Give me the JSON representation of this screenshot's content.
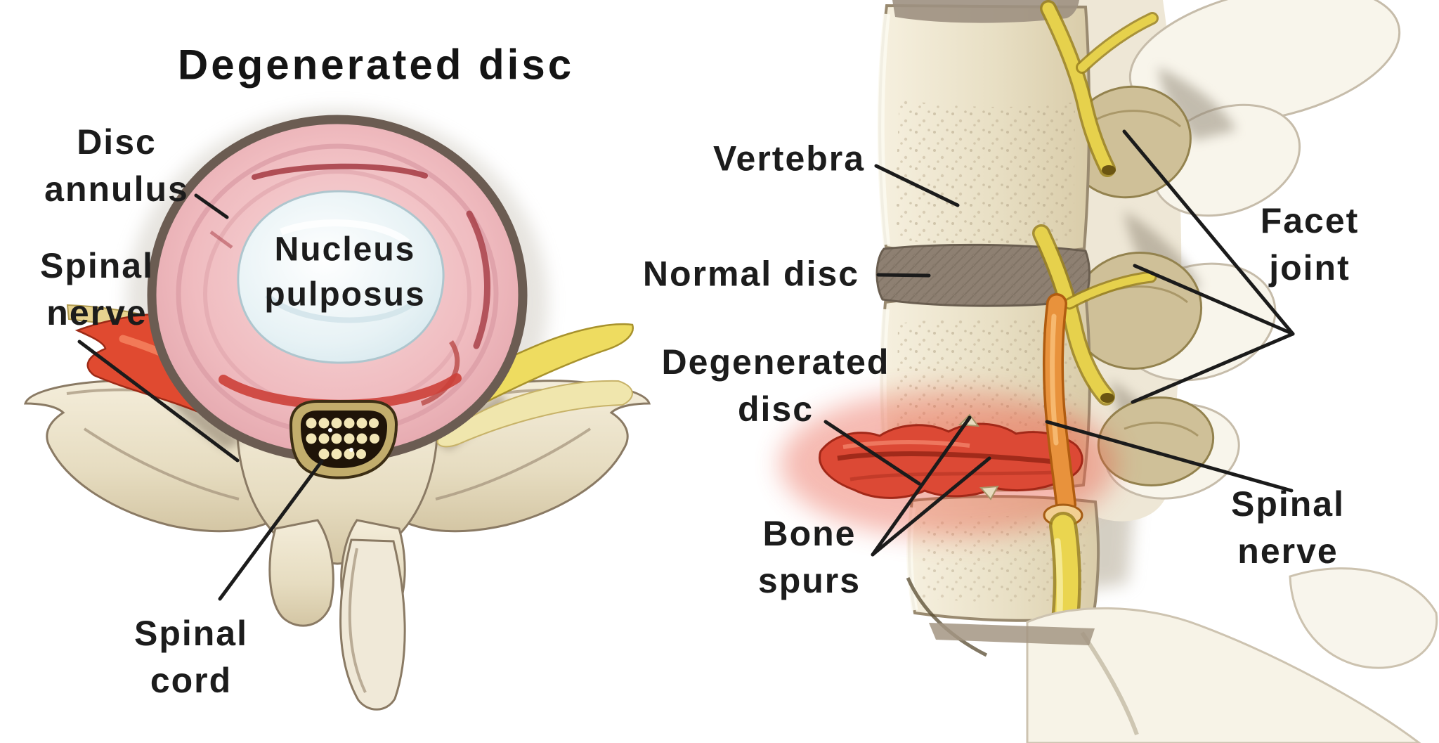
{
  "figure": {
    "title": "Degenerated disc",
    "left_panel": {
      "labels": {
        "disc_annulus": {
          "line1": "Disc",
          "line2": "annulus"
        },
        "spinal_nerve": {
          "line1": "Spinal",
          "line2": "nerve"
        },
        "nucleus_pulposus": {
          "line1": "Nucleus",
          "line2": "pulposus"
        },
        "spinal_cord": {
          "line1": "Spinal",
          "line2": "cord"
        }
      }
    },
    "right_panel": {
      "labels": {
        "vertebra": "Vertebra",
        "normal_disc": "Normal disc",
        "degenerated_disc": {
          "line1": "Degenerated",
          "line2": "disc"
        },
        "bone_spurs": {
          "line1": "Bone",
          "line2": "spurs"
        },
        "facet_joint": {
          "line1": "Facet",
          "line2": "joint"
        },
        "spinal_nerve": {
          "line1": "Spinal",
          "line2": "nerve"
        }
      }
    },
    "colors": {
      "background": "#ffffff",
      "bone": "#e9dfc6",
      "bone_shadow": "#9a8b71",
      "disc_annulus_pink": "#eeb4ba",
      "annulus_tear_red": "#a43a42",
      "nucleus_blue_white": "#e3f0f4",
      "spinal_cord_dark": "#1f1408",
      "cord_dots": "#f2e6b6",
      "nerve_red": "#e04a30",
      "nerve_yellow": "#eedc60",
      "nerve_orange": "#e8923c",
      "normal_disc_gray": "#8e8072",
      "degenerated_disc_red": "#dc4935",
      "label_text": "#1c1c1c"
    }
  }
}
